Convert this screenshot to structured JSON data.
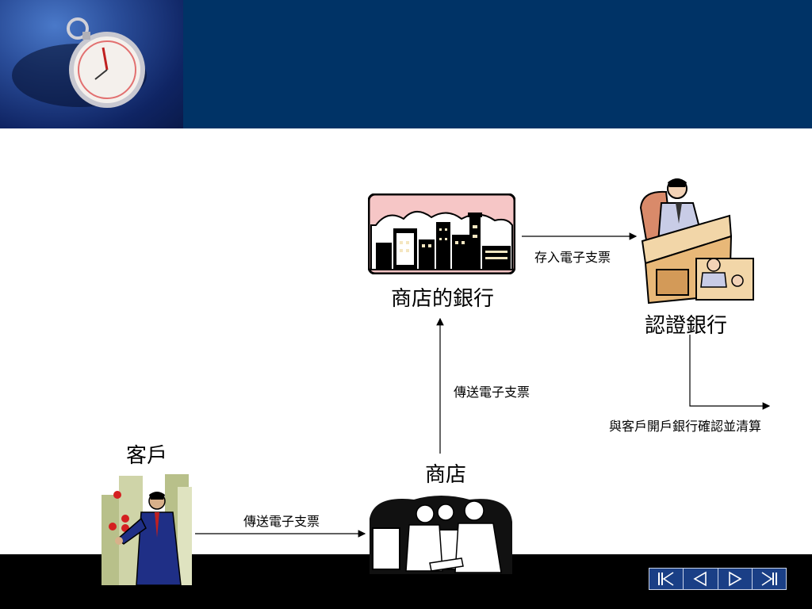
{
  "nodes": {
    "customer": "客戶",
    "store": "商店",
    "store_bank": "商店的銀行",
    "cert_bank": "認證銀行"
  },
  "edges": {
    "customer_to_store": "傳送電子支票",
    "store_to_bank": "傳送電子支票",
    "bank_to_cert": "存入電子支票",
    "cert_clearing": "與客戶開戶銀行確認並清算"
  },
  "nav": [
    "first-slide-icon",
    "previous-slide-icon",
    "next-slide-icon",
    "last-slide-icon"
  ],
  "colors": {
    "header": "#003366",
    "footer": "#000000",
    "nav": "#1a3f86"
  }
}
